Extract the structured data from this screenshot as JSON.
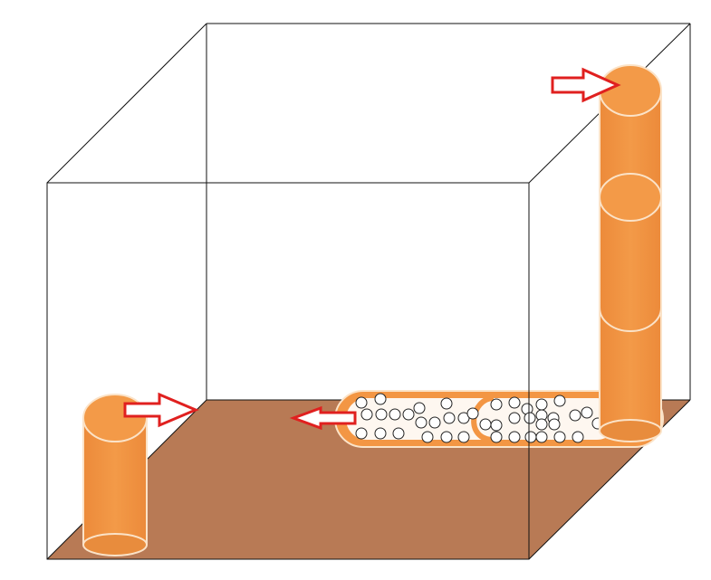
{
  "colors": {
    "background": "#ffffff",
    "floor": "#b87a55",
    "cylinder_fill": "#f39644",
    "cylinder_rim": "#fbe3c8",
    "edge": "#111111",
    "arrow": "#e0201f",
    "ball_fill": "#ffffff",
    "ball_stroke": "#222222"
  },
  "objects": {
    "box": "wireframe-cube",
    "floor": "brown-floor-plane",
    "cylinders": [
      "short-cylinder-front-left",
      "tall-stacked-cylinder-back-right",
      "horizontal-tube-with-balls"
    ],
    "arrows": [
      "arrow-right-left-cylinder",
      "arrow-right-tall-cylinder",
      "arrow-left-tube"
    ]
  }
}
